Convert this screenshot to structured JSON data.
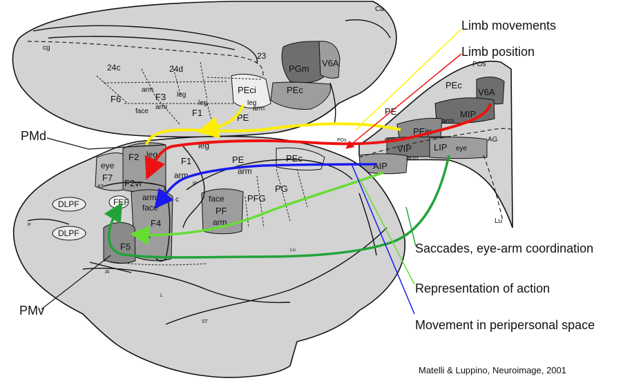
{
  "colors": {
    "background": "#ffffff",
    "cortex": "#d3d3d3",
    "dark_area": "#6e6e6e",
    "mid_area": "#9d9d9d",
    "light_area": "#bdbdbd",
    "limb_movements": "#ffee00",
    "limb_position": "#ee1111",
    "movement_space": "#1a1aee",
    "representation_action": "#66dd33",
    "saccades": "#22a33a"
  },
  "legend": {
    "limb_movements": "Limb movements",
    "limb_position": "Limb position",
    "saccades": "Saccades, eye-arm coordination",
    "representation": "Representation of action",
    "movement_space": "Movement in peripersonal space"
  },
  "callouts": {
    "pmd": "PMd",
    "pmv": "PMv"
  },
  "reference": "Matelli & Luppino, Neuroimage, 2001",
  "medial_view": {
    "ca": "Ca",
    "cg": "cg",
    "a24c": "24c",
    "a24d": "24d",
    "a23": "23",
    "pgm": "PGm",
    "v6a": "V6A",
    "f6": "F6",
    "f3": "F3",
    "f1": "F1",
    "peci": "PEci",
    "pec": "PEc",
    "pe": "PE",
    "arm_1": "arm",
    "face_1": "face",
    "arm_2": "arm",
    "leg_1": "leg",
    "leg_2": "leg",
    "leg_3": "leg",
    "arm_3": "arm"
  },
  "lateral_view": {
    "f7": "F7",
    "f2": "F2",
    "f2vr": "F2vr",
    "f1": "F1",
    "f4": "F4",
    "f5": "F5",
    "fef": "FEF",
    "dlpf_1": "DLPF",
    "dlpf_2": "DLPF",
    "pe": "PE",
    "pec": "PEc",
    "pg": "PG",
    "pfg": "PFG",
    "pf": "PF",
    "eye_1": "eye",
    "leg_1": "leg",
    "leg_2": "leg",
    "arm_1": "arm",
    "arm_2": "arm",
    "arm_3": "arm",
    "face_1": "face",
    "face_2": "face",
    "arm_4": "arm",
    "a_1": "a",
    "m_1": "m",
    "c_1": "c",
    "as": "AS",
    "ip": "IP",
    "ai": "AI",
    "p": "P",
    "l": "L",
    "st": "ST",
    "lu": "Lu",
    "pos": "POs"
  },
  "sulcus_view": {
    "pec": "PEc",
    "v6a": "V6A",
    "pe": "PE",
    "mip": "MIP",
    "peip": "PEip",
    "vip": "VIP",
    "lip": "LIP",
    "aip": "AIP",
    "arm_1": "arm",
    "arm_2": "arm",
    "arm_3": "arm",
    "eye": "eye",
    "ag": "AG",
    "lu": "Lu",
    "pos": "POs"
  }
}
